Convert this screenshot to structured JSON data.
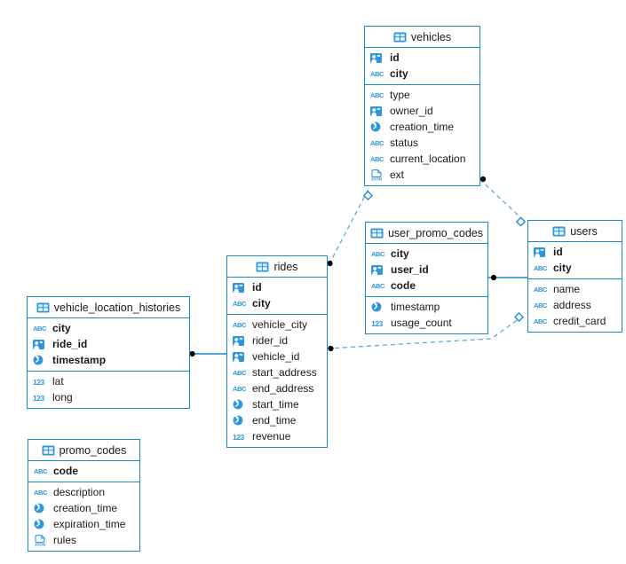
{
  "diagram": {
    "colors": {
      "solid_line": "#1987ca",
      "dashed_line": "#59aadc",
      "icon_blue": "#2f97d9",
      "text": "#1a1a1a",
      "dot_marker": "#000000"
    },
    "tables": {
      "vehicles": {
        "title": "vehicles",
        "primary_key_fields": [
          {
            "name": "id",
            "icon": "uuid"
          },
          {
            "name": "city",
            "icon": "abc"
          }
        ],
        "fields": [
          {
            "name": "type",
            "icon": "abc"
          },
          {
            "name": "owner_id",
            "icon": "uuid"
          },
          {
            "name": "creation_time",
            "icon": "clock"
          },
          {
            "name": "status",
            "icon": "abc"
          },
          {
            "name": "current_location",
            "icon": "abc"
          },
          {
            "name": "ext",
            "icon": "json"
          }
        ]
      },
      "user_promo_codes": {
        "title": "user_promo_codes",
        "primary_key_fields": [
          {
            "name": "city",
            "icon": "abc"
          },
          {
            "name": "user_id",
            "icon": "uuid"
          },
          {
            "name": "code",
            "icon": "abc"
          }
        ],
        "fields": [
          {
            "name": "timestamp",
            "icon": "clock"
          },
          {
            "name": "usage_count",
            "icon": "num"
          }
        ]
      },
      "users": {
        "title": "users",
        "primary_key_fields": [
          {
            "name": "id",
            "icon": "uuid"
          },
          {
            "name": "city",
            "icon": "abc"
          }
        ],
        "fields": [
          {
            "name": "name",
            "icon": "abc"
          },
          {
            "name": "address",
            "icon": "abc"
          },
          {
            "name": "credit_card",
            "icon": "abc"
          }
        ]
      },
      "rides": {
        "title": "rides",
        "primary_key_fields": [
          {
            "name": "id",
            "icon": "uuid"
          },
          {
            "name": "city",
            "icon": "abc"
          }
        ],
        "fields": [
          {
            "name": "vehicle_city",
            "icon": "abc"
          },
          {
            "name": "rider_id",
            "icon": "uuid"
          },
          {
            "name": "vehicle_id",
            "icon": "uuid"
          },
          {
            "name": "start_address",
            "icon": "abc"
          },
          {
            "name": "end_address",
            "icon": "abc"
          },
          {
            "name": "start_time",
            "icon": "clock"
          },
          {
            "name": "end_time",
            "icon": "clock"
          },
          {
            "name": "revenue",
            "icon": "num"
          }
        ]
      },
      "vehicle_location_histories": {
        "title": "vehicle_location_histories",
        "primary_key_fields": [
          {
            "name": "city",
            "icon": "abc"
          },
          {
            "name": "ride_id",
            "icon": "uuid"
          },
          {
            "name": "timestamp",
            "icon": "clock"
          }
        ],
        "fields": [
          {
            "name": "lat",
            "icon": "num"
          },
          {
            "name": "long",
            "icon": "num"
          }
        ]
      },
      "promo_codes": {
        "title": "promo_codes",
        "primary_key_fields": [
          {
            "name": "code",
            "icon": "abc"
          }
        ],
        "fields": [
          {
            "name": "description",
            "icon": "abc"
          },
          {
            "name": "creation_time",
            "icon": "clock"
          },
          {
            "name": "expiration_time",
            "icon": "clock"
          },
          {
            "name": "rules",
            "icon": "json"
          }
        ]
      }
    },
    "relationships": [
      {
        "from": "rides",
        "to": "vehicles",
        "line": "dashed",
        "from_marker": "black-dot",
        "to_marker": "open-diamond"
      },
      {
        "from": "vehicles",
        "to": "users",
        "line": "dashed",
        "from_marker": "black-dot",
        "to_marker": "open-diamond"
      },
      {
        "from": "user_promo_codes",
        "to": "users",
        "line": "solid",
        "from_marker": "black-dot",
        "to_marker": "none"
      },
      {
        "from": "rides",
        "to": "users",
        "line": "dashed",
        "from_marker": "black-dot",
        "to_marker": "open-diamond"
      },
      {
        "from": "vehicle_location_histories",
        "to": "rides",
        "line": "solid",
        "from_marker": "black-dot",
        "to_marker": "none"
      }
    ]
  }
}
